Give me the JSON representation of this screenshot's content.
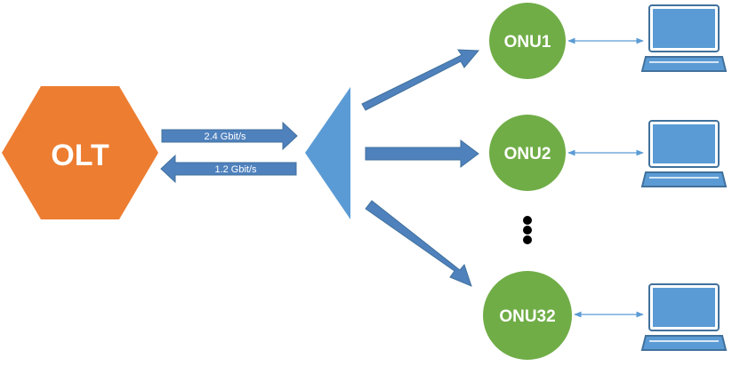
{
  "colors": {
    "olt": "#ed7d31",
    "onu": "#70ad47",
    "splitter": "#5b9bd5",
    "arrow": "#4f81bd",
    "arrow_stroke": "#41719c",
    "laptop": "#5b9bd5",
    "laptop_screen": "#6fa8dc",
    "connector": "#5b9bd5",
    "ellipsis": "#000000"
  },
  "olt": {
    "label": "OLT",
    "icon": "hexagon-shape"
  },
  "links": {
    "downstream_rate": "2.4 Gbit/s",
    "upstream_rate": "1.2 Gbit/s"
  },
  "splitter": {
    "icon": "triangle-splitter"
  },
  "onus": [
    {
      "label": "ONU1"
    },
    {
      "label": "ONU2"
    },
    {
      "label": "ONU32"
    }
  ],
  "ellipsis_icon": "vertical-dots",
  "device_icon": "laptop-icon"
}
